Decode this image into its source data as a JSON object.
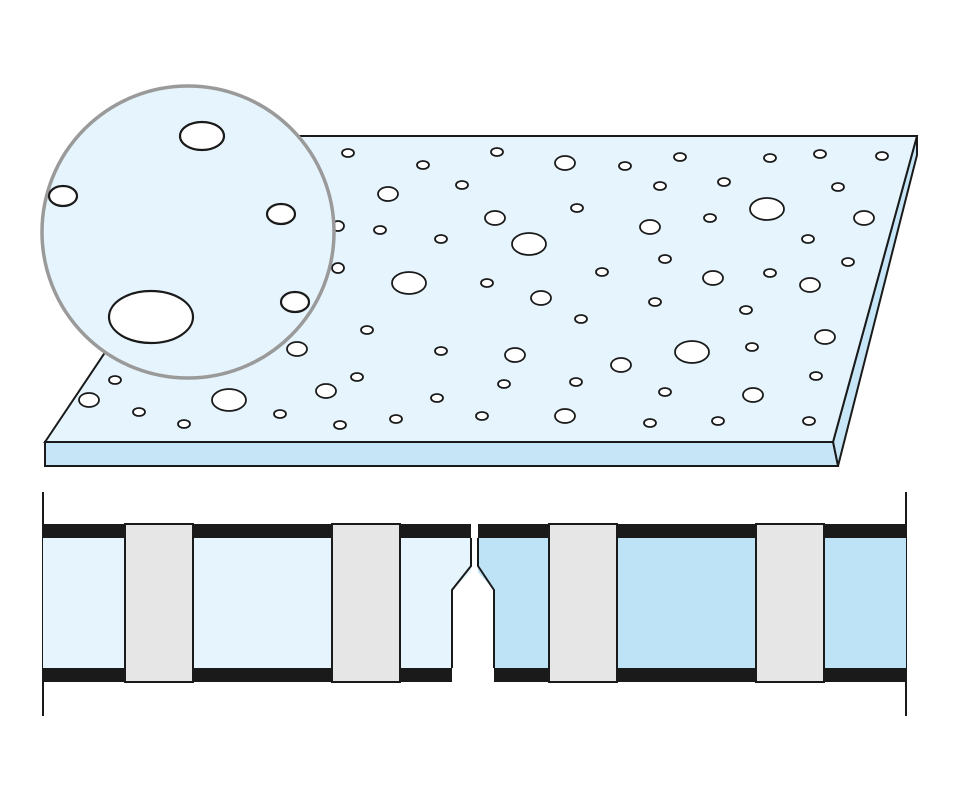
{
  "diagram": {
    "colors": {
      "panel_top": "#e6f5fd",
      "panel_edge": "#c6e6f7",
      "section_light": "#e6f5fd",
      "section_dark": "#bfe3f6",
      "insert_gray": "#e6e6e6",
      "outline": "#1a1a1a",
      "face_black": "#1a1a1a",
      "magnifier_ring": "#9a9a9a",
      "hole_fill": "#ffffff"
    },
    "views": [
      {
        "id": "perforated-panel-perspective",
        "description_icon": "perforated-sheet"
      },
      {
        "id": "magnified-detail",
        "description_icon": "magnifier-circle"
      },
      {
        "id": "cross-section-with-joint",
        "description_icon": "section-cut"
      }
    ]
  }
}
